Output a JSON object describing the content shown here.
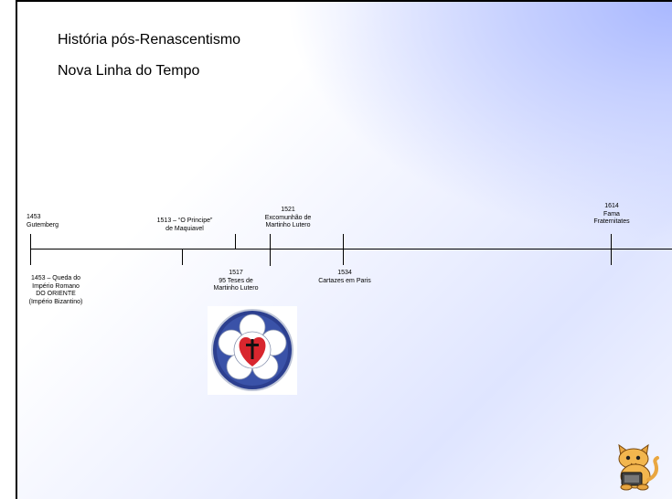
{
  "slide": {
    "title": "História pós-Renascentismo",
    "subtitle": "Nova Linha do Tempo"
  },
  "timeline": {
    "above": [
      {
        "lines": [
          "1453",
          "Gutemberg"
        ]
      },
      {
        "lines": [
          "1513 – “O Principe”",
          "de Maquiavel"
        ]
      },
      {
        "lines": [
          "1521",
          "Excomunhão de",
          "Martinho Lutero"
        ]
      },
      {
        "lines": [
          "1614",
          "Fama",
          "Fraternitates"
        ]
      }
    ],
    "below": [
      {
        "lines": [
          "1453 – Queda do",
          "Império Romano",
          "DO ORIENTE",
          "(Império Bizantino)"
        ]
      },
      {
        "lines": [
          "1517",
          "95 Teses de",
          "Martinho Lutero"
        ]
      },
      {
        "lines": [
          "1534",
          "Cartazes em Paris"
        ]
      }
    ]
  },
  "images": {
    "seal": "luther-rose-seal",
    "cat": "cat-mascot"
  }
}
